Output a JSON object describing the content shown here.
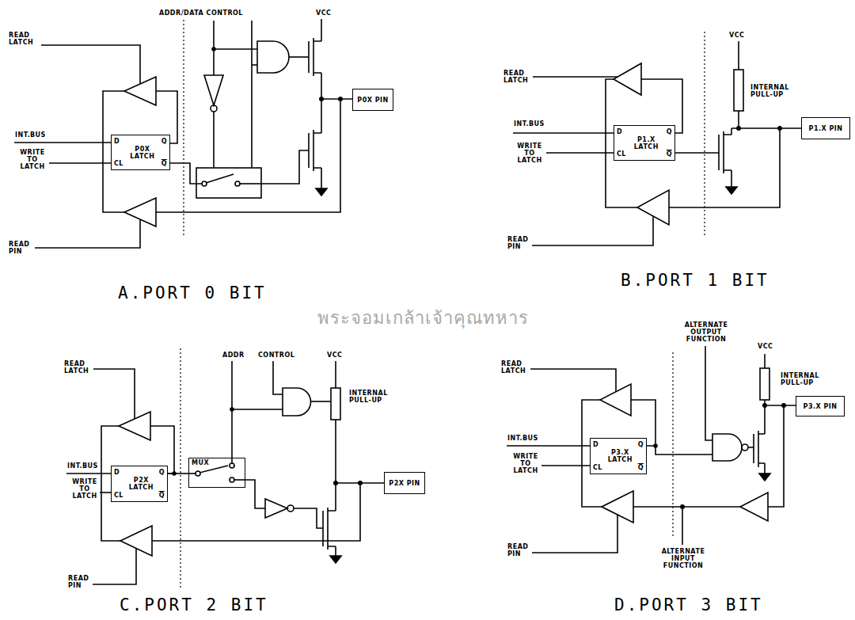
{
  "diagram": {
    "nodes": [
      {
        "text": [
          "D",
          "Q",
          "P0X LATCH",
          "CL",
          "Q"
        ]
      },
      {
        "text": [
          "P0X PIN"
        ]
      },
      {
        "text": [
          "D",
          "Q",
          "P1.X LATCH",
          "CL",
          "Q"
        ]
      },
      {
        "text": [
          "P1.X PIN"
        ]
      },
      {
        "text": [
          "D",
          "Q",
          "P2X LATCH",
          "CL",
          "Q"
        ]
      },
      {
        "text": [
          "MUX"
        ]
      },
      {
        "text": [
          "P2X PIN"
        ]
      },
      {
        "text": [
          "D",
          "Q",
          "P3.X LATCH",
          "CL",
          "Q"
        ]
      },
      {
        "text": [
          "P3.X PIN"
        ]
      }
    ],
    "edges": [
      {
        "from": 4,
        "to": 5,
        "arrow": "none"
      }
    ],
    "labels": [
      "ADDR/DATA CONTROL",
      "VCC",
      "READ LATCH",
      "INT.BUS",
      "WRITE TO LATCH",
      "READ PIN",
      "A.PORT 0 BIT",
      "READ LATCH",
      "VCC",
      "INTERNAL PULL-UP",
      "INT.BUS",
      "WRITE TO LATCH",
      "READ PIN",
      "B.PORT 1 BIT",
      "READ LATCH",
      "ADDR",
      "CONTROL",
      "VCC",
      "INTERNAL PULL-UP",
      "INT.BUS",
      "WRITE TO LATCH",
      "READ PIN",
      "C.PORT 2 BIT",
      "ALTERNATE OUTPUT FUNCTION",
      "VCC",
      "INTERNAL PULL-UP",
      "READ LATCH",
      "INT.BUS",
      "WRITE TO LATCH",
      "READ PIN",
      "ALTERNATE INPUT FUNCTION",
      "D.PORT 3 BIT",
      "พระจอมเกล้าเจ้าคุณทหาร"
    ]
  }
}
